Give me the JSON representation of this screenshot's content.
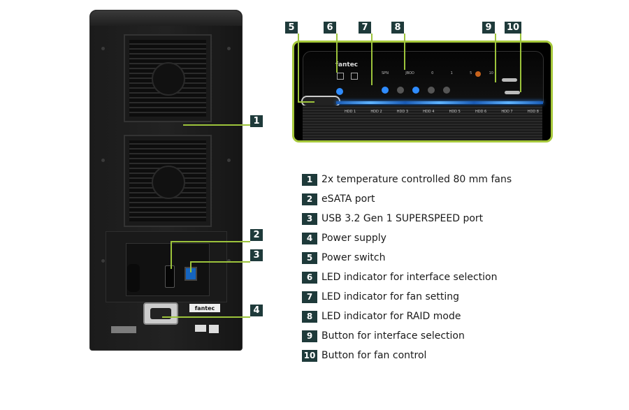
{
  "badges_back": [
    {
      "id": "1",
      "label": "1"
    },
    {
      "id": "2",
      "label": "2"
    },
    {
      "id": "3",
      "label": "3"
    },
    {
      "id": "4",
      "label": "4"
    }
  ],
  "badges_front": [
    {
      "id": "5",
      "label": "5"
    },
    {
      "id": "6",
      "label": "6"
    },
    {
      "id": "7",
      "label": "7"
    },
    {
      "id": "8",
      "label": "8"
    },
    {
      "id": "9",
      "label": "9"
    },
    {
      "id": "10",
      "label": "10"
    }
  ],
  "legend": [
    {
      "num": "1",
      "text": "2x temperature controlled 80 mm fans"
    },
    {
      "num": "2",
      "text": "eSATA port"
    },
    {
      "num": "3",
      "text": "USB 3.2 Gen 1 SUPERSPEED port"
    },
    {
      "num": "4",
      "text": "Power supply"
    },
    {
      "num": "5",
      "text": "Power switch"
    },
    {
      "num": "6",
      "text": "LED indicator for interface selection"
    },
    {
      "num": "7",
      "text": "LED indicator for fan setting"
    },
    {
      "num": "8",
      "text": "LED indicator for RAID mode"
    },
    {
      "num": "9",
      "text": "Button for interface selection"
    },
    {
      "num": "10",
      "text": "Button for fan control"
    }
  ],
  "device": {
    "brand_back": "fantec",
    "brand_front": "fantec",
    "hdd_labels": [
      "HDD 1",
      "HDD 2",
      "HDD 3",
      "HDD 4",
      "HDD 5",
      "HDD 6",
      "HDD 7",
      "HDD 8"
    ],
    "raid_labels": [
      "SPN",
      "JBOD",
      "0",
      "1",
      "5",
      "10"
    ]
  },
  "colors": {
    "badge": "#1e3a3a",
    "highlight": "#a6c83b",
    "led_blue": "#2f8cff"
  }
}
